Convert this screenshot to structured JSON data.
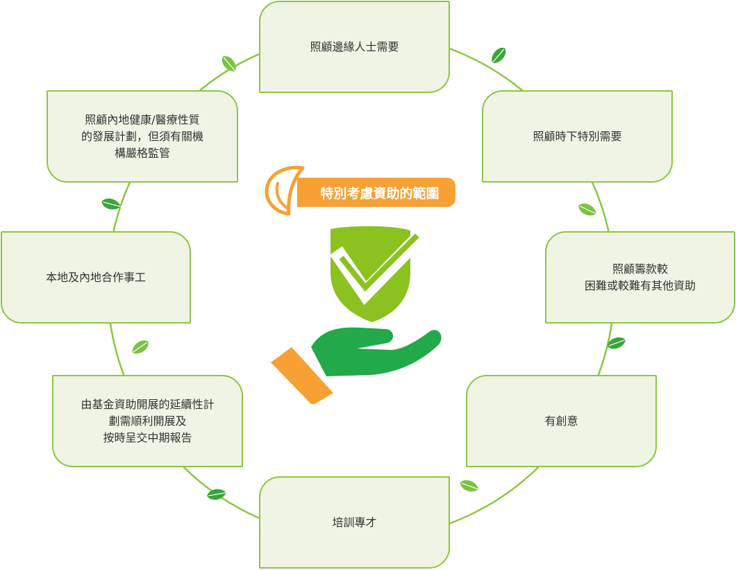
{
  "diagram": {
    "center_title": "特別考慮資助的範圍",
    "center_icon": "shield-check-hand-icon",
    "items": [
      "照顧邊緣人士需要",
      "照顧時下特別需要",
      "照顧籌款較\n困難或較難有其他資助",
      "有創意",
      "培訓專才",
      "由基金資助開展的延續性計\n劃需順利開展及\n按時呈交中期報告",
      "本地及內地合作事工",
      "照顧內地健康/醫療性質\n的發展計劃，但須有關機\n構嚴格監管"
    ],
    "colors": {
      "ring": "#8cc63f",
      "box_fill": "#eff4e4",
      "box_border": "#8cc63f",
      "leaf": "#7dc242",
      "leaf_dark": "#3aa53a",
      "title_bg": "#f7a033",
      "shield": "#8bc220",
      "hand": "#22a94a",
      "cuff": "#f7a033"
    }
  }
}
